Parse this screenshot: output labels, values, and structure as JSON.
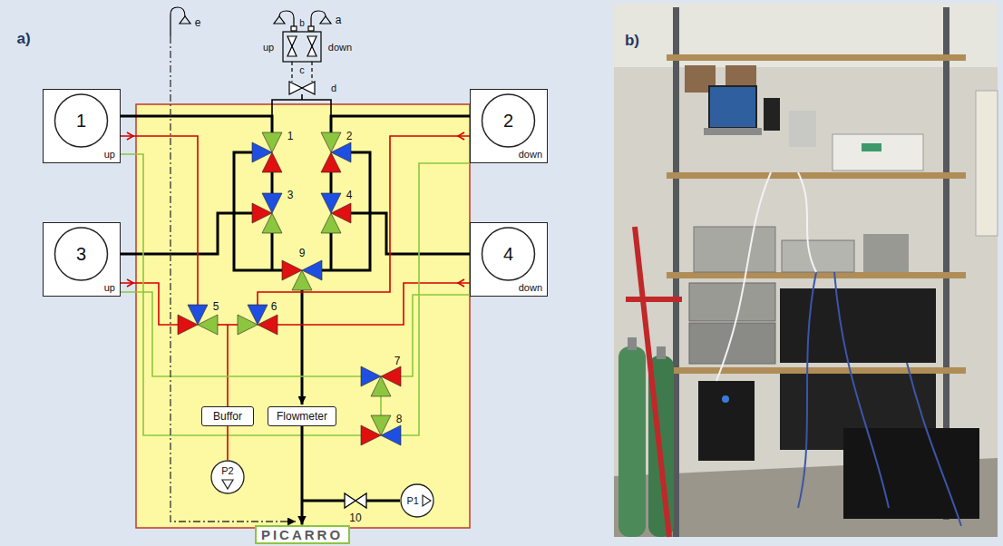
{
  "diagram": {
    "nodes": [
      {
        "text": [
          "1",
          "up"
        ]
      },
      {
        "text": [
          "2",
          "down"
        ]
      },
      {
        "text": [
          "3",
          "up"
        ]
      },
      {
        "text": [
          "4",
          "down"
        ]
      },
      {
        "text": [
          "Buffor"
        ]
      },
      {
        "text": [
          "Flowmeter"
        ]
      },
      {
        "text": [
          "P2"
        ]
      },
      {
        "text": [
          "P1"
        ]
      },
      {
        "text": [
          "PICARRO"
        ]
      }
    ],
    "edges": [
      {
        "from": 4,
        "to": 6,
        "arrow": "none"
      },
      {
        "from": 5,
        "to": 8,
        "arrow": "to"
      }
    ],
    "labels": [
      "a)",
      "b)",
      "e",
      "a",
      "b",
      "up",
      "down",
      "c",
      "d",
      "1",
      "2",
      "3",
      "4",
      "9",
      "5",
      "6",
      "7",
      "8",
      "10"
    ]
  }
}
